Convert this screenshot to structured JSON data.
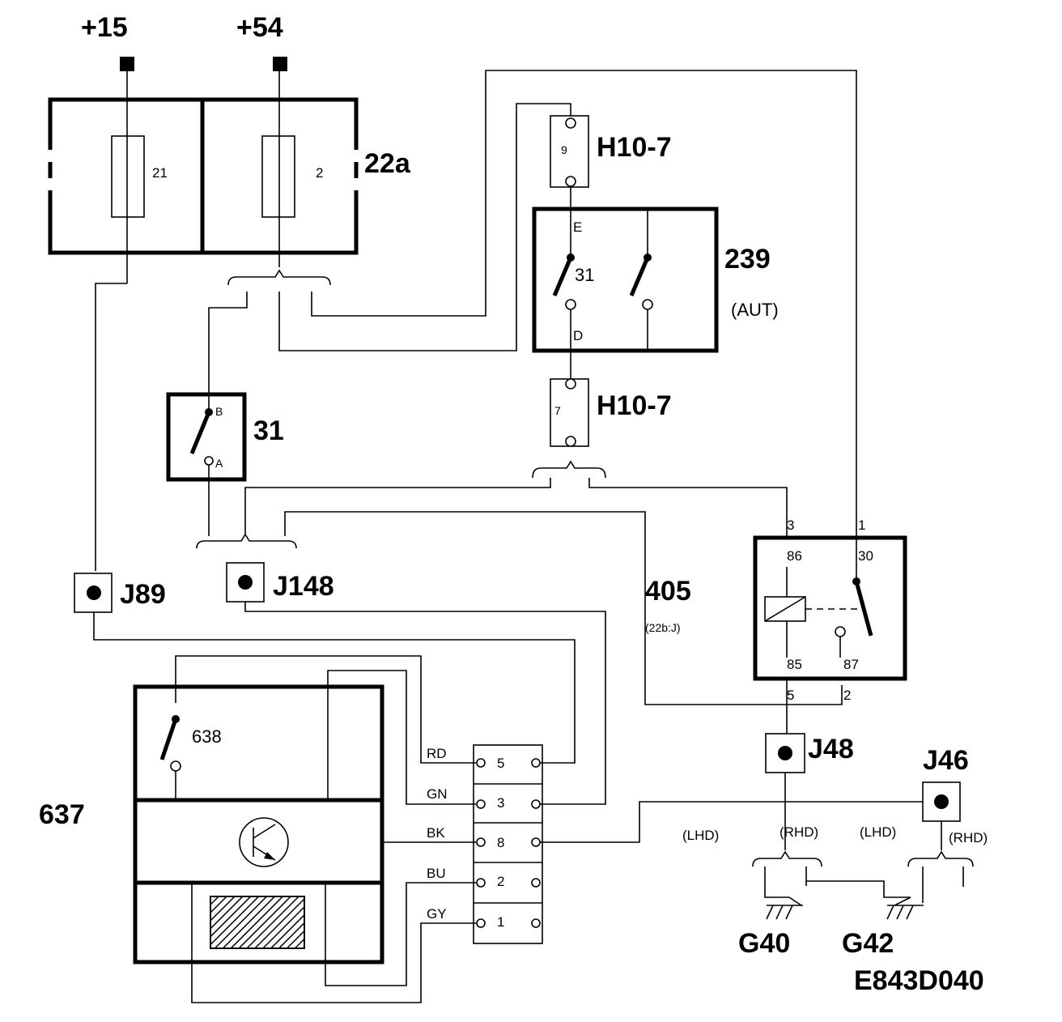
{
  "supply": {
    "plus15": "+15",
    "plus54": "+54"
  },
  "fuse_box": {
    "id": "22a",
    "fuse_a": "21",
    "fuse_b": "2"
  },
  "connectors": {
    "h10_7_top": {
      "id": "H10-7",
      "pin": "9"
    },
    "h10_7_bottom": {
      "id": "H10-7",
      "pin": "7"
    },
    "j89": "J89",
    "j148": "J148",
    "j48": "J48",
    "j46": "J46"
  },
  "switch_239": {
    "id": "239",
    "note": "(AUT)",
    "contact": "31",
    "pin_top": "E",
    "pin_bottom": "D"
  },
  "switch_31": {
    "id": "31",
    "pin_b": "B",
    "pin_a": "A"
  },
  "relay": {
    "pin_3": "3",
    "pin_1": "1",
    "pin_86": "86",
    "pin_30": "30",
    "pin_85": "85",
    "pin_87": "87",
    "pin_5": "5",
    "pin_2": "2"
  },
  "wire_405": {
    "id": "405",
    "ref": "(22b:J)"
  },
  "module_637": {
    "id": "637",
    "switch_id": "638"
  },
  "terminal_strip": {
    "rows": [
      {
        "color": "RD",
        "pin": "5"
      },
      {
        "color": "GN",
        "pin": "3"
      },
      {
        "color": "BK",
        "pin": "8"
      },
      {
        "color": "BU",
        "pin": "2"
      },
      {
        "color": "GY",
        "pin": "1"
      }
    ]
  },
  "ground": {
    "lhd_1": "(LHD)",
    "rhd_1": "(RHD)",
    "lhd_2": "(LHD)",
    "rhd_2": "(RHD)",
    "g40": "G40",
    "g42": "G42"
  },
  "figure_id": "E843D040"
}
